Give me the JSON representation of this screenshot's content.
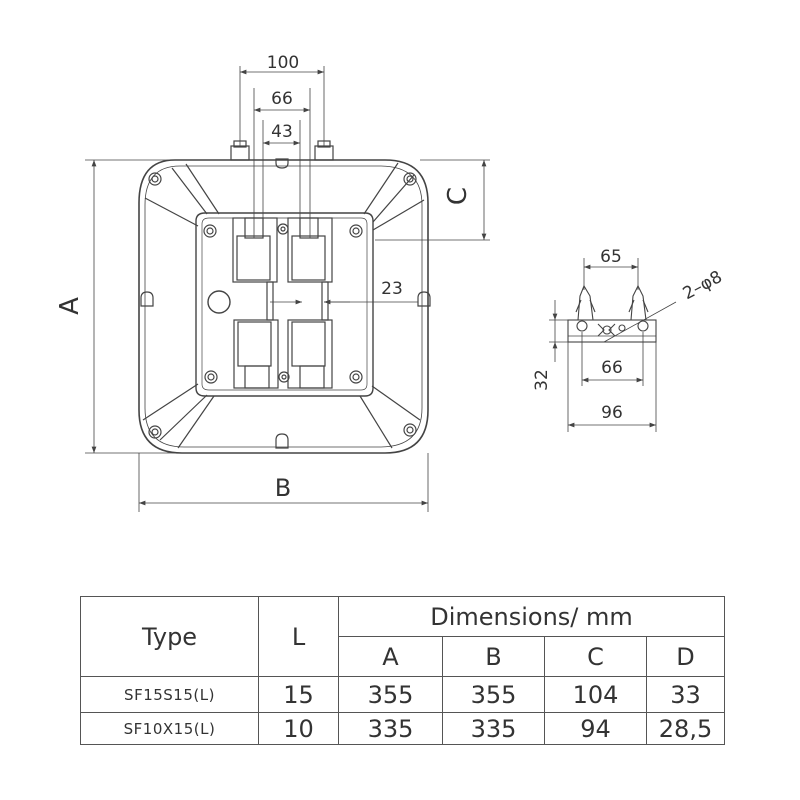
{
  "front_view": {
    "dims": {
      "w100": "100",
      "w66": "66",
      "w43": "43",
      "c": "C",
      "a": "A",
      "b": "B",
      "d23": "23"
    }
  },
  "side_view": {
    "dims": {
      "w65": "65",
      "holes": "2–φ8",
      "w66": "66",
      "h32": "32",
      "w96": "96"
    }
  },
  "table": {
    "type_header": "Type",
    "l_header": "L",
    "dims_header": "Dimensions/ mm",
    "sub_headers": [
      "A",
      "B",
      "C",
      "D"
    ],
    "rows": [
      {
        "type": "SF15S15(L)",
        "l": "15",
        "a": "355",
        "b": "355",
        "c": "104",
        "d": "33"
      },
      {
        "type": "SF10X15(L)",
        "l": "10",
        "a": "335",
        "b": "335",
        "c": "94",
        "d": "28,5"
      }
    ]
  }
}
